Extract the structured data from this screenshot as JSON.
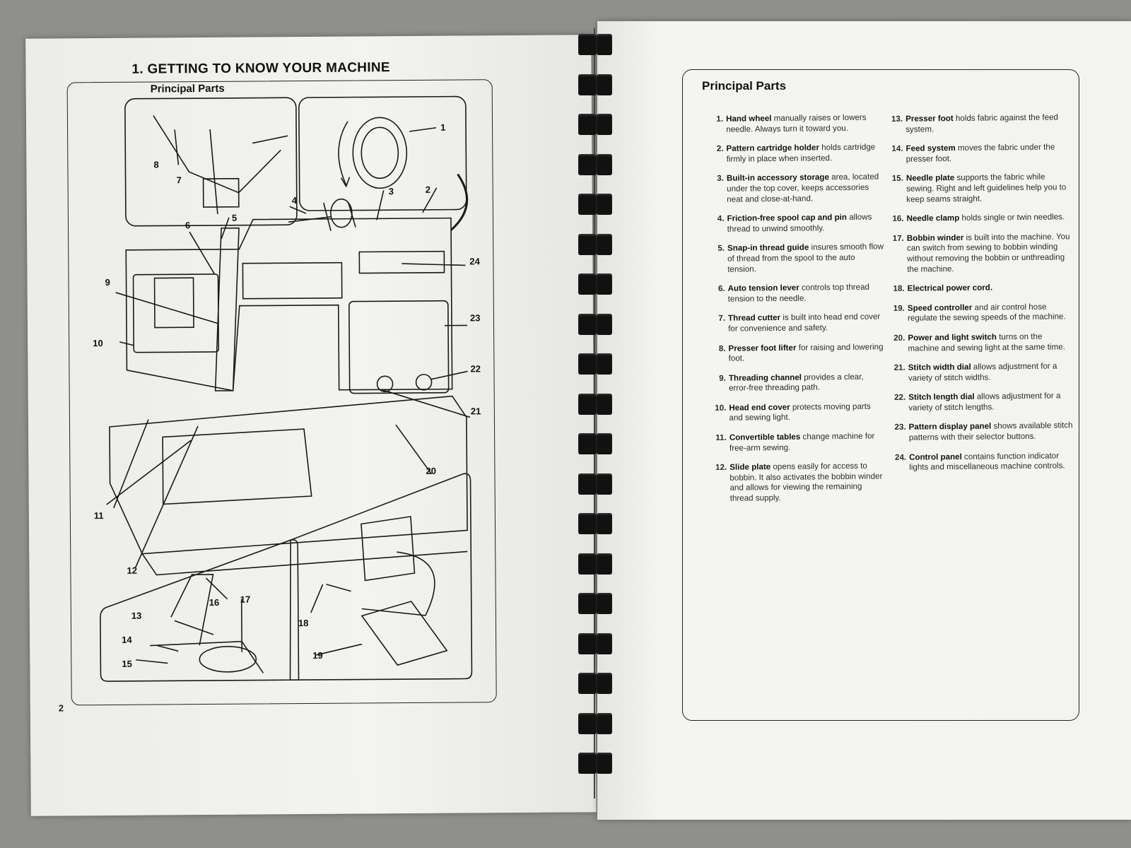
{
  "left_page": {
    "chapter_title": "1. GETTING TO KNOW YOUR MACHINE",
    "section_title": "Principal Parts",
    "page_number": "2",
    "callouts": [
      "1",
      "2",
      "3",
      "4",
      "5",
      "6",
      "7",
      "8",
      "9",
      "10",
      "11",
      "12",
      "13",
      "14",
      "15",
      "16",
      "17",
      "18",
      "19",
      "20",
      "21",
      "22",
      "23",
      "24"
    ]
  },
  "right_page": {
    "section_title": "Principal Parts",
    "parts": [
      {
        "num": "1.",
        "name": "Hand wheel",
        "desc": "manually raises or lowers needle. Always turn it toward you."
      },
      {
        "num": "2.",
        "name": "Pattern cartridge holder",
        "desc": "holds cartridge firmly in place when inserted."
      },
      {
        "num": "3.",
        "name": "Built-in accessory storage",
        "desc": "area, located under the top cover, keeps accessories neat and close-at-hand."
      },
      {
        "num": "4.",
        "name": "Friction-free spool cap and pin",
        "desc": "allows thread to unwind smoothly."
      },
      {
        "num": "5.",
        "name": "Snap-in thread guide",
        "desc": "insures smooth flow of thread from the spool to the auto tension."
      },
      {
        "num": "6.",
        "name": "Auto tension lever",
        "desc": "controls top thread tension to the needle."
      },
      {
        "num": "7.",
        "name": "Thread cutter",
        "desc": "is built into head end cover for convenience and safety."
      },
      {
        "num": "8.",
        "name": "Presser foot lifter",
        "desc": "for raising and lowering foot."
      },
      {
        "num": "9.",
        "name": "Threading channel",
        "desc": "provides a clear, error-free threading path."
      },
      {
        "num": "10.",
        "name": "Head end cover",
        "desc": "protects moving parts and sewing light."
      },
      {
        "num": "11.",
        "name": "Convertible tables",
        "desc": "change machine for free-arm sewing."
      },
      {
        "num": "12.",
        "name": "Slide plate",
        "desc": "opens easily for access to bobbin. It also activates the bobbin winder and allows for viewing the remaining thread supply."
      },
      {
        "num": "13.",
        "name": "Presser foot",
        "desc": "holds fabric against the feed system."
      },
      {
        "num": "14.",
        "name": "Feed system",
        "desc": "moves the fabric under the presser foot."
      },
      {
        "num": "15.",
        "name": "Needle plate",
        "desc": "supports the fabric while sewing. Right and left guidelines help you to keep seams straight."
      },
      {
        "num": "16.",
        "name": "Needle clamp",
        "desc": "holds single or twin needles."
      },
      {
        "num": "17.",
        "name": "Bobbin winder",
        "desc": "is built into the machine. You can switch from sewing to bobbin winding without removing the bobbin or unthreading the machine."
      },
      {
        "num": "18.",
        "name": "Electrical power cord.",
        "desc": ""
      },
      {
        "num": "19.",
        "name": "Speed controller",
        "desc": "and air control hose regulate the sewing speeds of the machine."
      },
      {
        "num": "20.",
        "name": "Power and light switch",
        "desc": "turns on the machine and sewing light at the same time."
      },
      {
        "num": "21.",
        "name": "Stitch width dial",
        "desc": "allows adjustment for a variety of stitch widths."
      },
      {
        "num": "22.",
        "name": "Stitch length dial",
        "desc": "allows adjustment for a variety of stitch lengths."
      },
      {
        "num": "23.",
        "name": "Pattern display panel",
        "desc": "shows available stitch patterns with their selector buttons."
      },
      {
        "num": "24.",
        "name": "Control panel",
        "desc": "contains function indicator lights and miscellaneous machine controls."
      }
    ]
  }
}
